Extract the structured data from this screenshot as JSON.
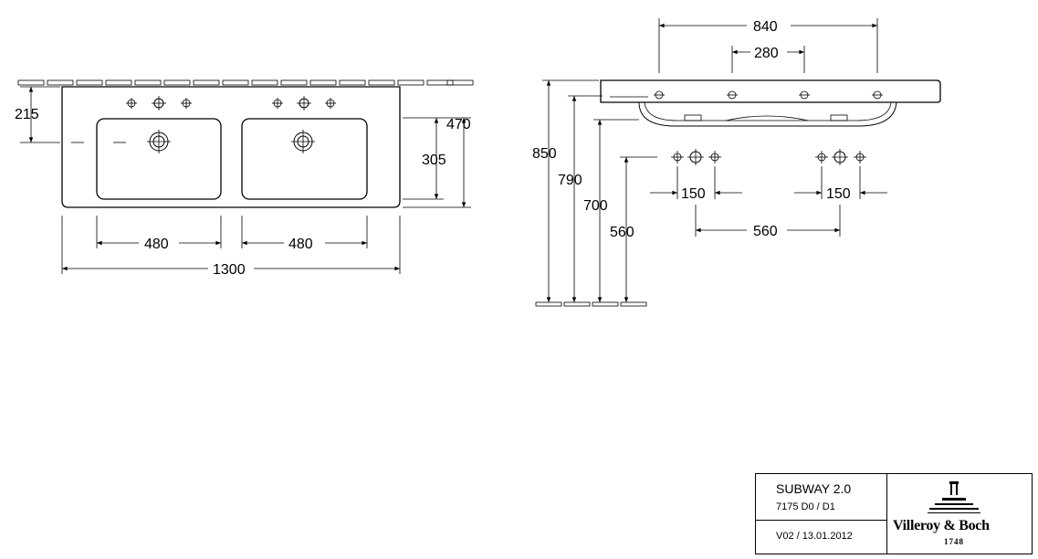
{
  "front_view": {
    "dim_215": "215",
    "dim_470": "470",
    "dim_305": "305",
    "dim_480_left": "480",
    "dim_480_right": "480",
    "dim_1300": "1300"
  },
  "side_view": {
    "dim_840": "840",
    "dim_280": "280",
    "dim_850": "850",
    "dim_790": "790",
    "dim_700": "700",
    "dim_560_height": "560",
    "dim_150_left": "150",
    "dim_150_right": "150",
    "dim_560_spacing": "560"
  },
  "title_block": {
    "product": "SUBWAY 2.0",
    "code": "7175 D0 / D1",
    "version": "V02 / 13.01.2012",
    "brand": "Villeroy & Boch",
    "year": "1748"
  }
}
